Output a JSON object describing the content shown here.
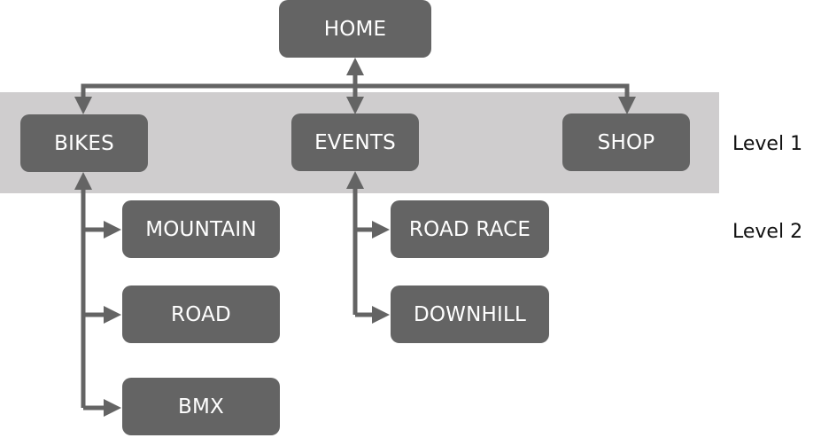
{
  "colors": {
    "node": "#646464",
    "band": "#cfcdce",
    "text": "#ffffff",
    "connector": "#646464"
  },
  "root": {
    "label": "HOME"
  },
  "level1": [
    {
      "label": "BIKES",
      "children": [
        "MOUNTAIN",
        "ROAD",
        "BMX"
      ]
    },
    {
      "label": "EVENTS",
      "children": [
        "ROAD RACE",
        "DOWNHILL"
      ]
    },
    {
      "label": "SHOP",
      "children": []
    }
  ],
  "level_labels": [
    "Level 1",
    "Level 2"
  ]
}
